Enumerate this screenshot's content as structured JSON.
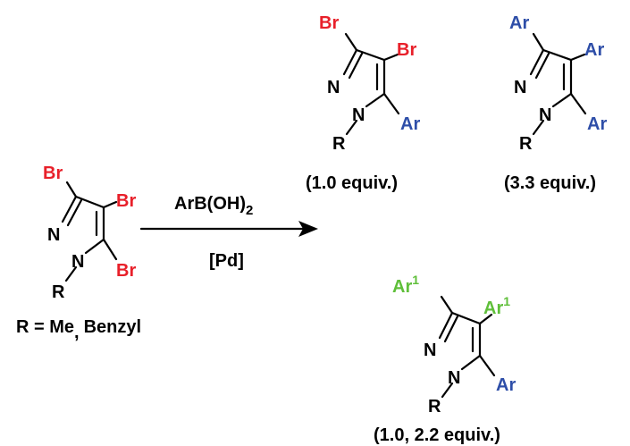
{
  "colors": {
    "bromine": "#e8202a",
    "aryl": "#2e4ea8",
    "aryl1": "#5fbf3a",
    "text": "#000000",
    "background": "#ffffff"
  },
  "starting_material": {
    "sub3": "Br",
    "sub4": "Br",
    "sub5": "Br",
    "n2": "N",
    "n1": "N",
    "r": "R",
    "r_definition_prefix": "R = Me",
    "r_definition_sep": ",",
    "r_definition_suffix": "Benzyl"
  },
  "reaction": {
    "reagent_main": "ArB(OH)",
    "reagent_subscript": "2",
    "catalyst": "[Pd]"
  },
  "product_mono": {
    "sub3": "Br",
    "sub4": "Br",
    "sub5": "Ar",
    "n2": "N",
    "n1": "N",
    "r": "R",
    "equiv": "(1.0 equiv.)"
  },
  "product_tri": {
    "sub3": "Ar",
    "sub4": "Ar",
    "sub5": "Ar",
    "n2": "N",
    "n1": "N",
    "r": "R",
    "equiv": "(3.3 equiv.)"
  },
  "product_mixed": {
    "sub3": "Ar",
    "sub3_sup": "1",
    "sub4": "Ar",
    "sub4_sup": "1",
    "sub5": "Ar",
    "n2": "N",
    "n1": "N",
    "r": "R",
    "equiv": "(1.0, 2.2 equiv.)"
  }
}
